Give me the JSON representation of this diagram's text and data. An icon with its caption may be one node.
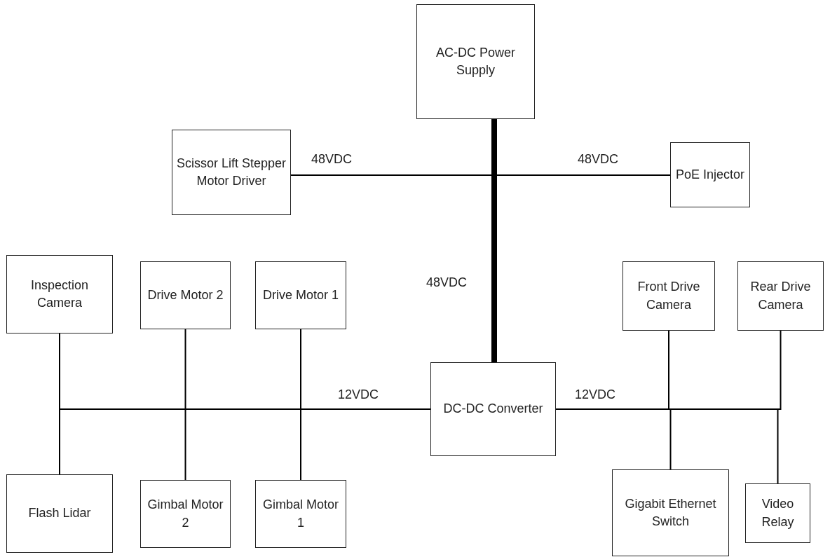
{
  "diagram": {
    "nodes": [
      {
        "text": [
          "AC-DC Power Supply"
        ]
      },
      {
        "text": [
          "Scissor Lift Stepper Motor Driver"
        ]
      },
      {
        "text": [
          "PoE Injector"
        ]
      },
      {
        "text": [
          "Inspection Camera"
        ]
      },
      {
        "text": [
          "Drive Motor 2"
        ]
      },
      {
        "text": [
          "Drive Motor 1"
        ]
      },
      {
        "text": [
          "Front Drive Camera"
        ]
      },
      {
        "text": [
          "Rear Drive Camera"
        ]
      },
      {
        "text": [
          "DC-DC Converter"
        ]
      },
      {
        "text": [
          "Flash Lidar"
        ]
      },
      {
        "text": [
          "Gimbal Motor 2"
        ]
      },
      {
        "text": [
          "Gimbal Motor 1"
        ]
      },
      {
        "text": [
          "Gigabit Ethernet Switch"
        ]
      },
      {
        "text": [
          "Video Relay"
        ]
      }
    ],
    "edges": [
      {
        "from": 0,
        "to": 1,
        "arrow": "none",
        "label": "48VDC"
      },
      {
        "from": 0,
        "to": 2,
        "arrow": "none",
        "label": "48VDC"
      },
      {
        "from": 0,
        "to": 8,
        "arrow": "none",
        "label": "48VDC",
        "style": "thick"
      },
      {
        "from": 8,
        "to": 3,
        "arrow": "none"
      },
      {
        "from": 8,
        "to": 9,
        "arrow": "none"
      },
      {
        "from": 8,
        "to": 4,
        "arrow": "none"
      },
      {
        "from": 8,
        "to": 10,
        "arrow": "none"
      },
      {
        "from": 8,
        "to": 5,
        "arrow": "none",
        "label": "12VDC"
      },
      {
        "from": 8,
        "to": 11,
        "arrow": "none"
      },
      {
        "from": 8,
        "to": 6,
        "arrow": "none",
        "label": "12VDC"
      },
      {
        "from": 8,
        "to": 12,
        "arrow": "none"
      },
      {
        "from": 8,
        "to": 7,
        "arrow": "none"
      },
      {
        "from": 8,
        "to": 13,
        "arrow": "none"
      }
    ]
  }
}
